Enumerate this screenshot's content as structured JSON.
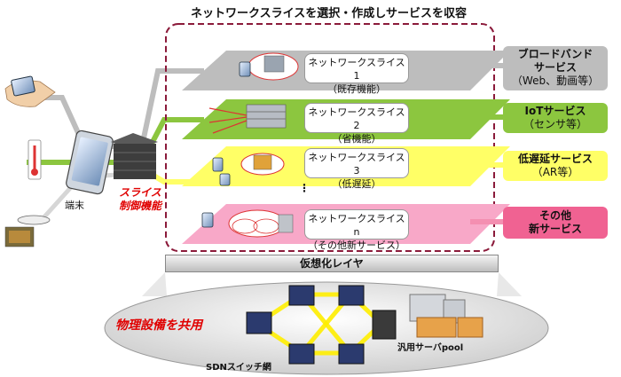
{
  "title": "ネットワークスライスを選択・作成しサービスを収容",
  "slices": [
    {
      "line1": "ネットワークスライス1",
      "line2": "（既存機能）"
    },
    {
      "line1": "ネットワークスライス2",
      "line2": "（省機能）"
    },
    {
      "line1": "ネットワークスライス3",
      "line2": "（低遅延）"
    },
    {
      "line1": "ネットワークスライスn",
      "line2": "（その他新サービス）"
    }
  ],
  "services": [
    {
      "line1": "ブロードバンド",
      "line2": "サービス",
      "line3": "（Web、動画等）",
      "color": "#bdbdbd"
    },
    {
      "line1": "IoTサービス",
      "line2": "（センサ等）",
      "line3": "",
      "color": "#8cc63f"
    },
    {
      "line1": "低遅延サービス",
      "line2": "（AR等）",
      "line3": "",
      "color": "#ffff66"
    },
    {
      "line1": "その他",
      "line2": "新サービス",
      "line3": "",
      "color": "#f06292"
    }
  ],
  "dots": "⋮",
  "virtualization_layer": "仮想化レイヤ",
  "terminal_label": "端末",
  "slice_control": {
    "line1": "スライス",
    "line2": "制御機能"
  },
  "physical_shared": "物理設備を共用",
  "sdn_label": "SDNスイッチ網",
  "server_pool_label": "汎用サーバpool",
  "colors": {
    "gray": "#bdbdbd",
    "green": "#8cc63f",
    "yellow": "#ffff66",
    "pink": "#f48fb1",
    "red": "#e00000",
    "dashed_border": "#8b1a3a"
  }
}
